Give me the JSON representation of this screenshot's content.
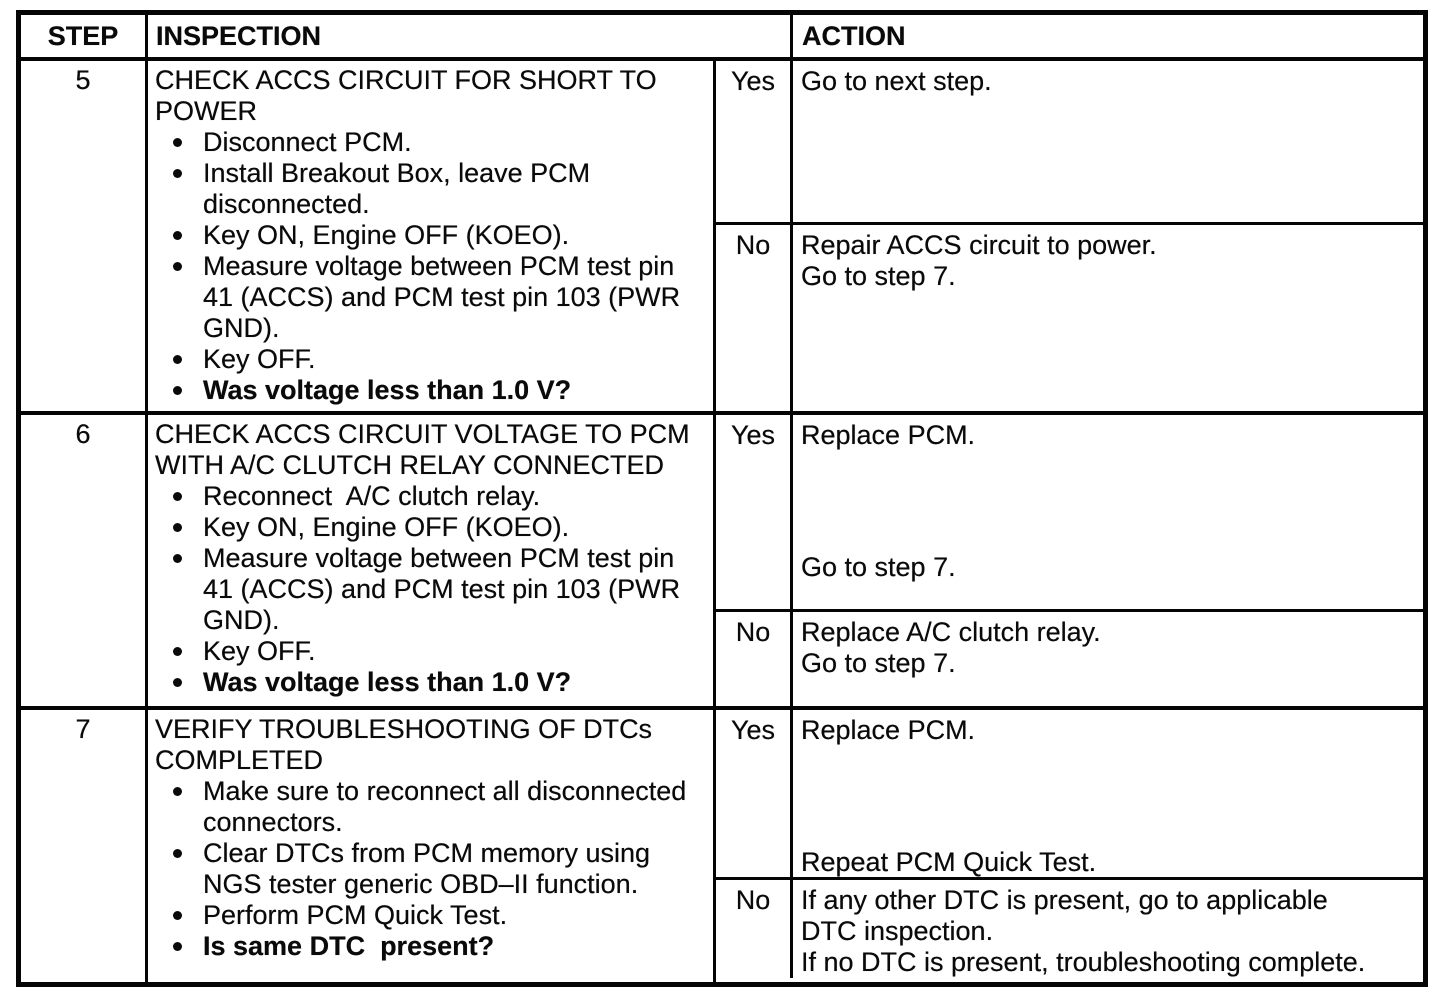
{
  "table": {
    "headers": {
      "step": "STEP",
      "inspection": "INSPECTION",
      "action": "ACTION"
    },
    "rows": [
      {
        "step": "5",
        "title": "CHECK ACCS CIRCUIT FOR SHORT TO POWER",
        "bullets": [
          "Disconnect PCM.",
          "Install Breakout Box, leave PCM disconnected.",
          "Key ON, Engine OFF (KOEO).",
          "Measure voltage between PCM test pin 41 (ACCS) and PCM test pin 103 (PWR GND).",
          "Key OFF.",
          "Was voltage less than 1.0 V?"
        ],
        "yes": {
          "label": "Yes",
          "paragraphs": [
            "Go to next step."
          ]
        },
        "no": {
          "label": "No",
          "paragraphs": [
            "Repair ACCS circuit to power.",
            "Go to step 7."
          ]
        }
      },
      {
        "step": "6",
        "title": "CHECK ACCS CIRCUIT VOLTAGE TO PCM WITH A/C CLUTCH RELAY CONNECTED",
        "bullets": [
          "Reconnect  A/C clutch relay.",
          "Key ON, Engine OFF (KOEO).",
          "Measure voltage between PCM test pin 41 (ACCS) and PCM test pin 103 (PWR GND).",
          "Key OFF.",
          "Was voltage less than 1.0 V?"
        ],
        "yes": {
          "label": "Yes",
          "paragraphs": [
            "Replace PCM.",
            "Go to step 7."
          ]
        },
        "no": {
          "label": "No",
          "paragraphs": [
            "Replace A/C clutch relay.",
            "Go to step 7."
          ]
        }
      },
      {
        "step": "7",
        "title": "VERIFY TROUBLESHOOTING OF DTCs COMPLETED",
        "bullets": [
          "Make sure to reconnect all disconnected connectors.",
          "Clear DTCs from PCM memory using NGS tester generic OBD–II function.",
          "Perform PCM Quick Test.",
          "Is same DTC  present?"
        ],
        "yes": {
          "label": "Yes",
          "paragraphs": [
            "Replace PCM.",
            "Repeat PCM Quick Test."
          ]
        },
        "no": {
          "label": "No",
          "paragraphs": [
            "If any other DTC is present, go to applicable DTC inspection.",
            "If no DTC is present, troubleshooting complete."
          ]
        }
      }
    ]
  }
}
